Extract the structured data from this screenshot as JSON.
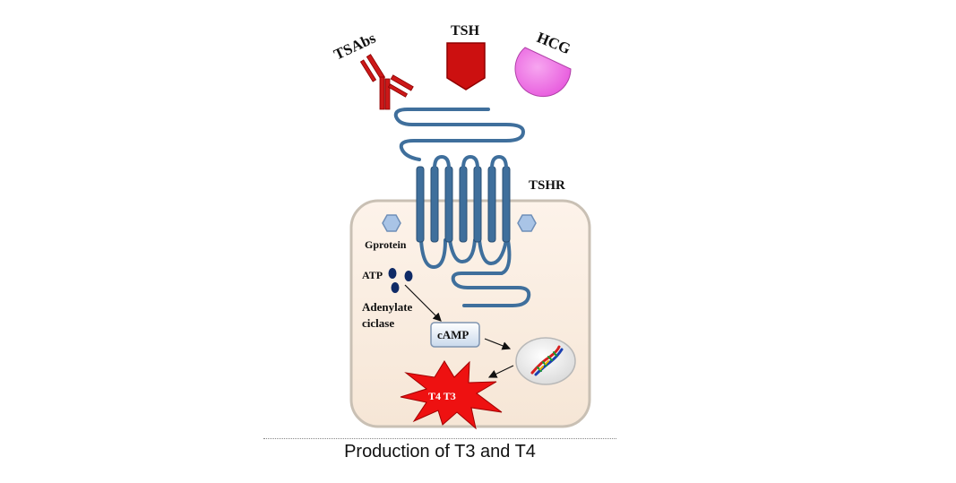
{
  "labels": {
    "tsabs": "TSAbs",
    "tsh": "TSH",
    "hcg": "HCG",
    "tshr": "TSHR",
    "gprotein": "Gprotein",
    "atp": "ATP",
    "adenylate_line1": "Adenylate",
    "adenylate_line2": "ciclase",
    "camp": "cAMP",
    "hormones": "T4 T3"
  },
  "caption": "Production of T3 and T4",
  "colors": {
    "cell_fill": "#fbeee2",
    "cell_border": "#c9c0b4",
    "receptor": "#3f6f9c",
    "antibody": "#cc1818",
    "tsh": "#cc1010",
    "hcg": "#ee66e0",
    "g_protein": "#a9c4e6",
    "atp": "#0f2a66",
    "burst": "#ee1111"
  },
  "icons": {
    "antibody": "antibody-icon",
    "tsh": "pentagon-icon",
    "hcg": "semicircle-icon",
    "g_protein": "hexagon-icon",
    "dna": "dna-helix-icon",
    "burst": "starburst-icon"
  }
}
